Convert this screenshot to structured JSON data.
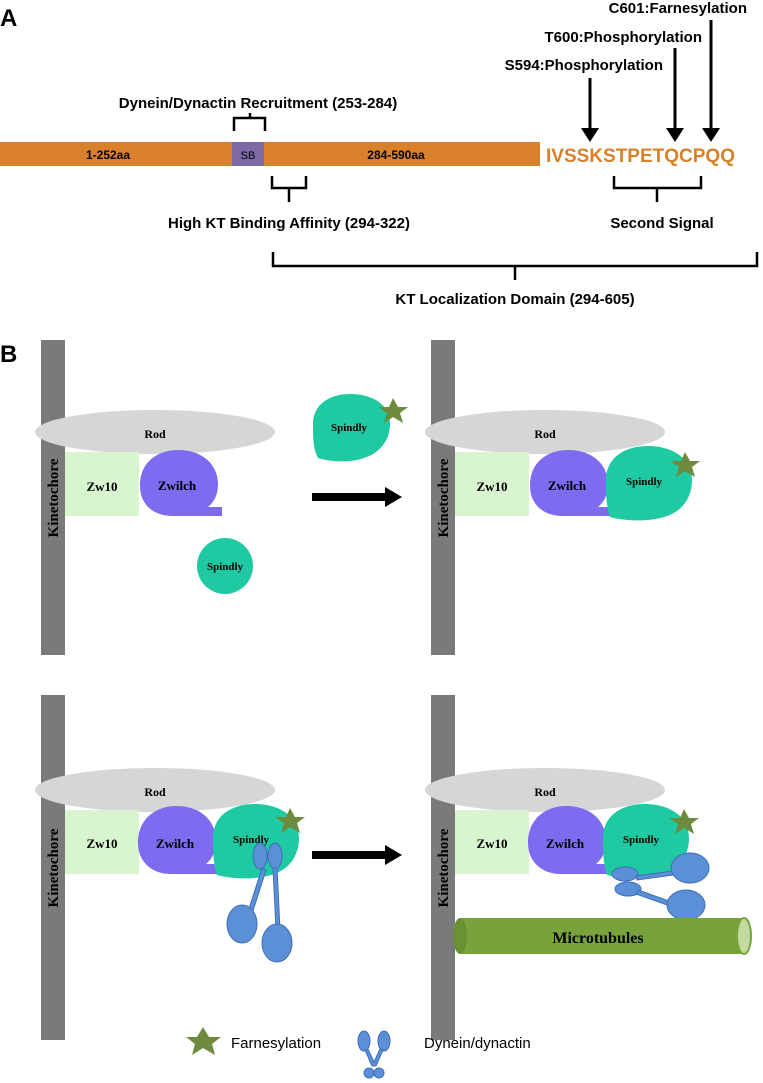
{
  "panel_a": {
    "label": "A",
    "bar": {
      "left_segment": "1-252aa",
      "sb": "SB",
      "right_segment": "284-590aa",
      "sequence": "IVSSKSTPETQCPQQ"
    },
    "dynein_recruitment": "Dynein/Dynactin Recruitment (253-284)",
    "high_kt_binding": "High KT Binding Affinity (294-322)",
    "kt_localization": "KT Localization Domain (294-605)",
    "second_signal": "Second Signal",
    "sites": {
      "s594": "S594:Phosphorylation",
      "t600": "T600:Phosphorylation",
      "c601": "C601:Farnesylation"
    },
    "colors": {
      "bar": "#d9802a",
      "sb": "#7b6aa6",
      "sequence": "#d9802a"
    }
  },
  "panel_b": {
    "label": "B",
    "kinetochore": "Kinetochore",
    "rod": "Rod",
    "zw10": "Zw10",
    "zwilch": "Zwilch",
    "spindly": "Spindly",
    "microtubules": "Microtubules",
    "colors": {
      "kinetochore": "#7a7a7a",
      "rod": "#d6d6d6",
      "zw10": "#d8f5d0",
      "zwilch": "#7d6cf0",
      "spindly": "#1fcaa3",
      "farnesyl_star": "#6e8b3d",
      "dynein": "#5b8fd6",
      "microtubules": "#78a33c"
    }
  },
  "legend": {
    "farnesylation": "Farnesylation",
    "dynein_dynactin": "Dynein/dynactin",
    "icons": [
      "star-icon",
      "dynein-icon"
    ]
  }
}
